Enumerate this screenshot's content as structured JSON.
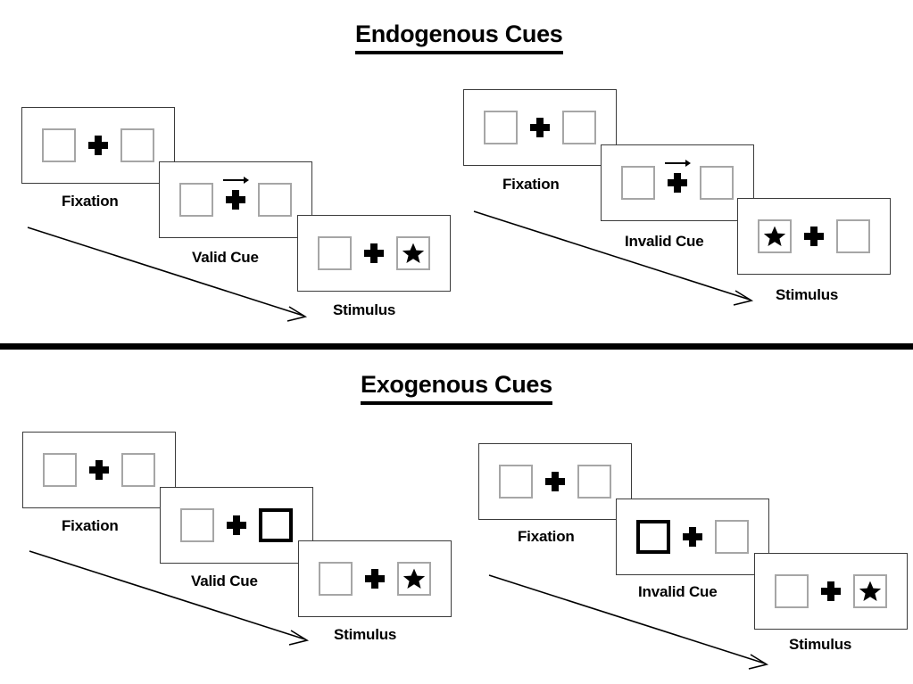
{
  "page": {
    "title_endogenous": "Endogenous Cues",
    "title_exogenous": "Exogenous Cues"
  },
  "sections": [
    {
      "id": "endogenous",
      "title": "Endogenous Cues",
      "columns": [
        {
          "id": "endogenous-valid",
          "frames": [
            {
              "label": "Fixation",
              "left_box": "empty",
              "right_box": "empty",
              "center": "fixation-cross",
              "cue": "none"
            },
            {
              "label": "Valid Cue",
              "left_box": "empty",
              "right_box": "empty",
              "center": "fixation-cross",
              "cue": "arrow-right"
            },
            {
              "label": "Stimulus",
              "left_box": "empty",
              "right_box": "star",
              "center": "fixation-cross",
              "cue": "none"
            }
          ]
        },
        {
          "id": "endogenous-invalid",
          "frames": [
            {
              "label": "Fixation",
              "left_box": "empty",
              "right_box": "empty",
              "center": "fixation-cross",
              "cue": "none"
            },
            {
              "label": "Invalid Cue",
              "left_box": "empty",
              "right_box": "empty",
              "center": "fixation-cross",
              "cue": "arrow-right"
            },
            {
              "label": "Stimulus",
              "left_box": "star",
              "right_box": "empty",
              "center": "fixation-cross",
              "cue": "none"
            }
          ]
        }
      ]
    },
    {
      "id": "exogenous",
      "title": "Exogenous Cues",
      "columns": [
        {
          "id": "exogenous-valid",
          "frames": [
            {
              "label": "Fixation",
              "left_box": "empty",
              "right_box": "empty",
              "center": "fixation-cross",
              "cue": "none"
            },
            {
              "label": "Valid Cue",
              "left_box": "empty",
              "right_box": "highlighted",
              "center": "fixation-cross",
              "cue": "box-flash-right"
            },
            {
              "label": "Stimulus",
              "left_box": "empty",
              "right_box": "star",
              "center": "fixation-cross",
              "cue": "none"
            }
          ]
        },
        {
          "id": "exogenous-invalid",
          "frames": [
            {
              "label": "Fixation",
              "left_box": "empty",
              "right_box": "empty",
              "center": "fixation-cross",
              "cue": "none"
            },
            {
              "label": "Invalid Cue",
              "left_box": "highlighted",
              "right_box": "empty",
              "center": "fixation-cross",
              "cue": "box-flash-left"
            },
            {
              "label": "Stimulus",
              "left_box": "empty",
              "right_box": "star",
              "center": "fixation-cross",
              "cue": "none"
            }
          ]
        }
      ]
    }
  ],
  "labels": {
    "fixation": "Fixation",
    "valid_cue": "Valid Cue",
    "invalid_cue": "Invalid Cue",
    "stimulus": "Stimulus"
  },
  "colors": {
    "background": "#ffffff",
    "frame_border": "#3b3b3b",
    "box_border": "#a6a6a6",
    "cue_box_border": "#000000",
    "ink": "#000000",
    "divider": "#000000"
  },
  "icons": {
    "fixation_cross": "plus-cross-icon",
    "star": "star-icon",
    "arrow_cue": "arrow-right-icon",
    "flow_arrow": "time-flow-arrow-icon"
  }
}
